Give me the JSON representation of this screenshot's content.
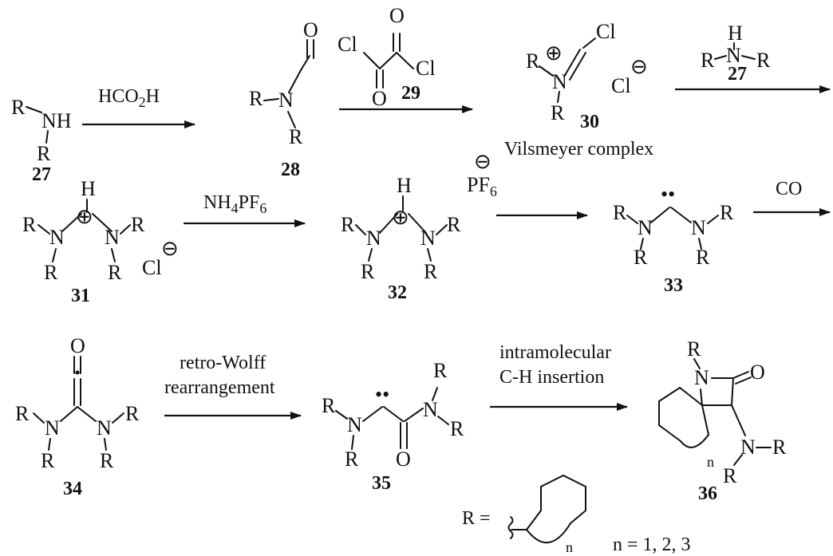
{
  "atoms": {
    "R": "R",
    "N": "N",
    "NH": "NH",
    "H": "H",
    "O": "O",
    "Cl": "Cl",
    "Cl_minus": "Cl",
    "PF": "PF",
    "six": "6",
    "plus": "⊕",
    "minus": "⊖",
    "lone_pair": "••"
  },
  "compounds": {
    "c27": "27",
    "c28": "28",
    "c29": "29",
    "c30": "30",
    "c31": "31",
    "c32": "32",
    "c33": "33",
    "c34": "34",
    "c35": "35",
    "c36": "36"
  },
  "reagents": {
    "formic_acid_main": "HCO",
    "formic_acid_sub": "2",
    "formic_acid_end": "H",
    "ammonium_main": "NH",
    "ammonium_sub4": "4",
    "ammonium_mid": "PF",
    "ammonium_sub6": "6",
    "carbon_monoxide": "CO"
  },
  "labels": {
    "vilsmeyer": "Vilsmeyer complex",
    "retro_wolff_1": "retro-Wolff",
    "retro_wolff_2": "rearrangement",
    "ch_insertion_1": "intramolecular",
    "ch_insertion_2": "C-H insertion"
  },
  "definitions": {
    "r_equals": "R =",
    "n_label": "n",
    "n_values": "n = 1, 2, 3"
  }
}
